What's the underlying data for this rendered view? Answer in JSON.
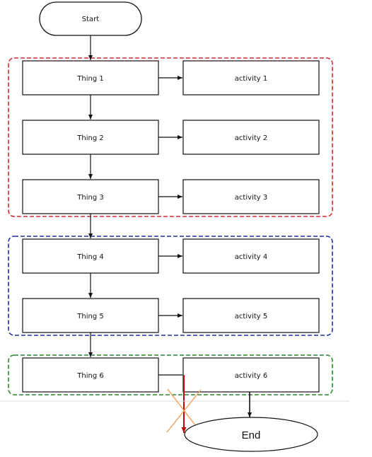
{
  "start": {
    "label": "Start"
  },
  "groups": [
    {
      "name": "group-red",
      "color": "#d42b2b"
    },
    {
      "name": "group-blue",
      "color": "#1f2fa8"
    },
    {
      "name": "group-green",
      "color": "#2a8a2a"
    }
  ],
  "steps": [
    {
      "thing": "Thing 1",
      "activity": "activity 1"
    },
    {
      "thing": "Thing 2",
      "activity": "activity 2"
    },
    {
      "thing": "Thing 3",
      "activity": "activity 3"
    },
    {
      "thing": "Thing 4",
      "activity": "activity 4"
    },
    {
      "thing": "Thing 5",
      "activity": "activity 5"
    },
    {
      "thing": "Thing 6",
      "activity": "activity 6"
    }
  ],
  "end": {
    "label": "End"
  },
  "annotation": {
    "rejected_arrow_color": "#c0000a",
    "cross_color": "#f2a15a"
  }
}
